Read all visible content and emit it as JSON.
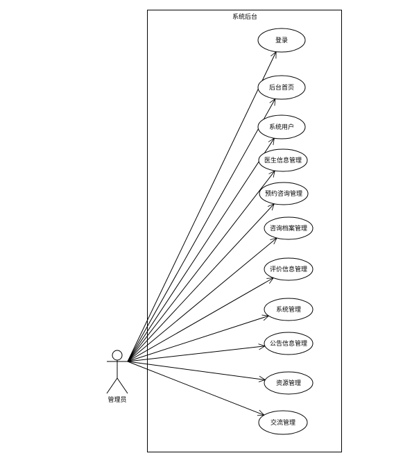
{
  "system": {
    "title": "系统后台"
  },
  "actor": {
    "label": "管理员"
  },
  "use_cases": [
    {
      "label": "登录"
    },
    {
      "label": "后台首页"
    },
    {
      "label": "系统用户"
    },
    {
      "label": "医生信息管理"
    },
    {
      "label": "预约咨询管理"
    },
    {
      "label": "咨询档案管理"
    },
    {
      "label": "评价信息管理"
    },
    {
      "label": "系统管理"
    },
    {
      "label": "公告信息管理"
    },
    {
      "label": "资源管理"
    },
    {
      "label": "交流管理"
    }
  ]
}
